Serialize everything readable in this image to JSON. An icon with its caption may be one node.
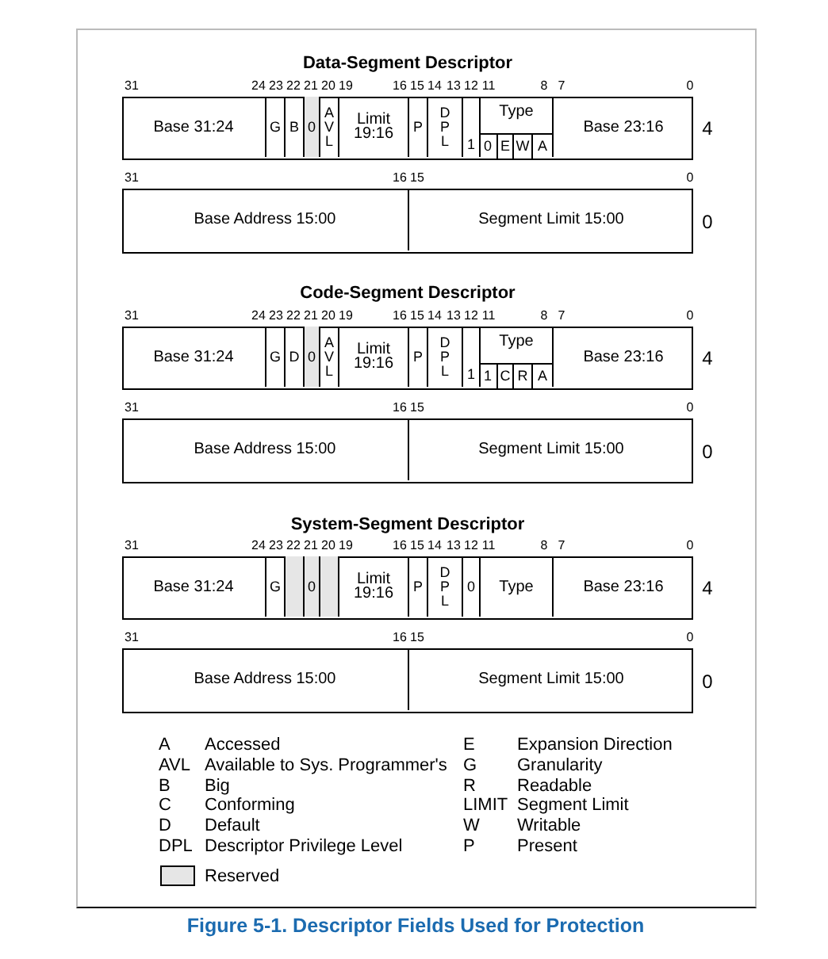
{
  "diagram": {
    "caption": "Figure 5-1.  Descriptor Fields Used for Protection",
    "nodes": [
      {
        "text": [],
        "shape": "box",
        "beside": [
          "4"
        ]
      },
      {
        "text": [
          "Base 31:24"
        ],
        "in": 0
      },
      {
        "text": [
          "G"
        ],
        "in": 0
      },
      {
        "text": [
          "B"
        ],
        "in": 0
      },
      {
        "text": [
          "0"
        ],
        "in": 0
      },
      {
        "text": [
          "A V L"
        ],
        "in": 0
      },
      {
        "text": [
          "Limit 19:16"
        ],
        "in": 0
      },
      {
        "text": [
          "P"
        ],
        "in": 0
      },
      {
        "text": [
          "D P L"
        ],
        "in": 0
      },
      {
        "text": [
          "1"
        ],
        "in": 0
      },
      {
        "text": [
          "Type"
        ],
        "in": 0
      },
      {
        "text": [
          "0"
        ],
        "in": 10
      },
      {
        "text": [
          "E"
        ],
        "in": 10
      },
      {
        "text": [
          "W"
        ],
        "in": 10
      },
      {
        "text": [
          "A"
        ],
        "in": 10
      },
      {
        "text": [
          "Base 23:16"
        ],
        "in": 0
      },
      {
        "text": [],
        "shape": "box",
        "beside": [
          "0"
        ]
      },
      {
        "text": [
          "Base Address 15:00"
        ],
        "in": 16
      },
      {
        "text": [
          "Segment Limit 15:00"
        ],
        "in": 16
      },
      {
        "text": [],
        "shape": "box",
        "beside": [
          "4"
        ]
      },
      {
        "text": [
          "Base 31:24"
        ],
        "in": 19
      },
      {
        "text": [
          "G"
        ],
        "in": 19
      },
      {
        "text": [
          "D"
        ],
        "in": 19
      },
      {
        "text": [
          "0"
        ],
        "in": 19
      },
      {
        "text": [
          "A V L"
        ],
        "in": 19
      },
      {
        "text": [
          "Limit 19:16"
        ],
        "in": 19
      },
      {
        "text": [
          "P"
        ],
        "in": 19
      },
      {
        "text": [
          "D P L"
        ],
        "in": 19
      },
      {
        "text": [
          "1"
        ],
        "in": 19
      },
      {
        "text": [
          "Type"
        ],
        "in": 19
      },
      {
        "text": [
          "1"
        ],
        "in": 29
      },
      {
        "text": [
          "C"
        ],
        "in": 29
      },
      {
        "text": [
          "R"
        ],
        "in": 29
      },
      {
        "text": [
          "A"
        ],
        "in": 29
      },
      {
        "text": [
          "Base 23:16"
        ],
        "in": 19
      },
      {
        "text": [],
        "shape": "box",
        "beside": [
          "0"
        ]
      },
      {
        "text": [
          "Base Address 15:00"
        ],
        "in": 35
      },
      {
        "text": [
          "Segment Limit 15:00"
        ],
        "in": 35
      },
      {
        "text": [],
        "shape": "box",
        "beside": [
          "4"
        ]
      },
      {
        "text": [
          "Base 31:24"
        ],
        "in": 38
      },
      {
        "text": [
          "G"
        ],
        "in": 38
      },
      {
        "text": [],
        "shape": "box",
        "in": 38
      },
      {
        "text": [
          "0"
        ],
        "in": 38
      },
      {
        "text": [],
        "shape": "box",
        "in": 38
      },
      {
        "text": [
          "Limit 19:16"
        ],
        "in": 38
      },
      {
        "text": [
          "P"
        ],
        "in": 38
      },
      {
        "text": [
          "D P L"
        ],
        "in": 38
      },
      {
        "text": [
          "0"
        ],
        "in": 38
      },
      {
        "text": [
          "Type"
        ],
        "in": 38
      },
      {
        "text": [
          "Base 23:16"
        ],
        "in": 38
      },
      {
        "text": [],
        "shape": "box",
        "beside": [
          "0"
        ]
      },
      {
        "text": [
          "Base Address 15:00"
        ],
        "in": 50
      },
      {
        "text": [
          "Segment Limit 15:00"
        ],
        "in": 50
      }
    ],
    "labels": [
      "Data-Segment Descriptor",
      "31",
      "24",
      "23",
      "22",
      "21",
      "20",
      "19",
      "16",
      "15",
      "14",
      "13",
      "12",
      "11",
      "8",
      "7",
      "0",
      "31",
      "16",
      "15",
      "0",
      "Code-Segment Descriptor",
      "31",
      "24",
      "23",
      "22",
      "21",
      "20",
      "19",
      "16",
      "15",
      "14",
      "13",
      "12",
      "11",
      "8",
      "7",
      "0",
      "31",
      "16",
      "15",
      "0",
      "System-Segment Descriptor",
      "31",
      "24",
      "23",
      "22",
      "21",
      "20",
      "19",
      "16",
      "15",
      "14",
      "13",
      "12",
      "11",
      "8",
      "7",
      "0",
      "31",
      "16",
      "15",
      "0",
      "A",
      "Accessed",
      "E",
      "Expansion Direction",
      "AVL",
      "Available to Sys. Programmer's",
      "G",
      "Granularity",
      "B",
      "Big",
      "R",
      "Readable",
      "C",
      "Conforming",
      "LIMIT",
      "Segment Limit",
      "D",
      "Default",
      "W",
      "Writable",
      "DPL",
      "Descriptor Privilege Level",
      "P",
      "Present"
    ],
    "legend": [
      {
        "text": "Reserved",
        "color": "#e6e6e6"
      }
    ]
  }
}
